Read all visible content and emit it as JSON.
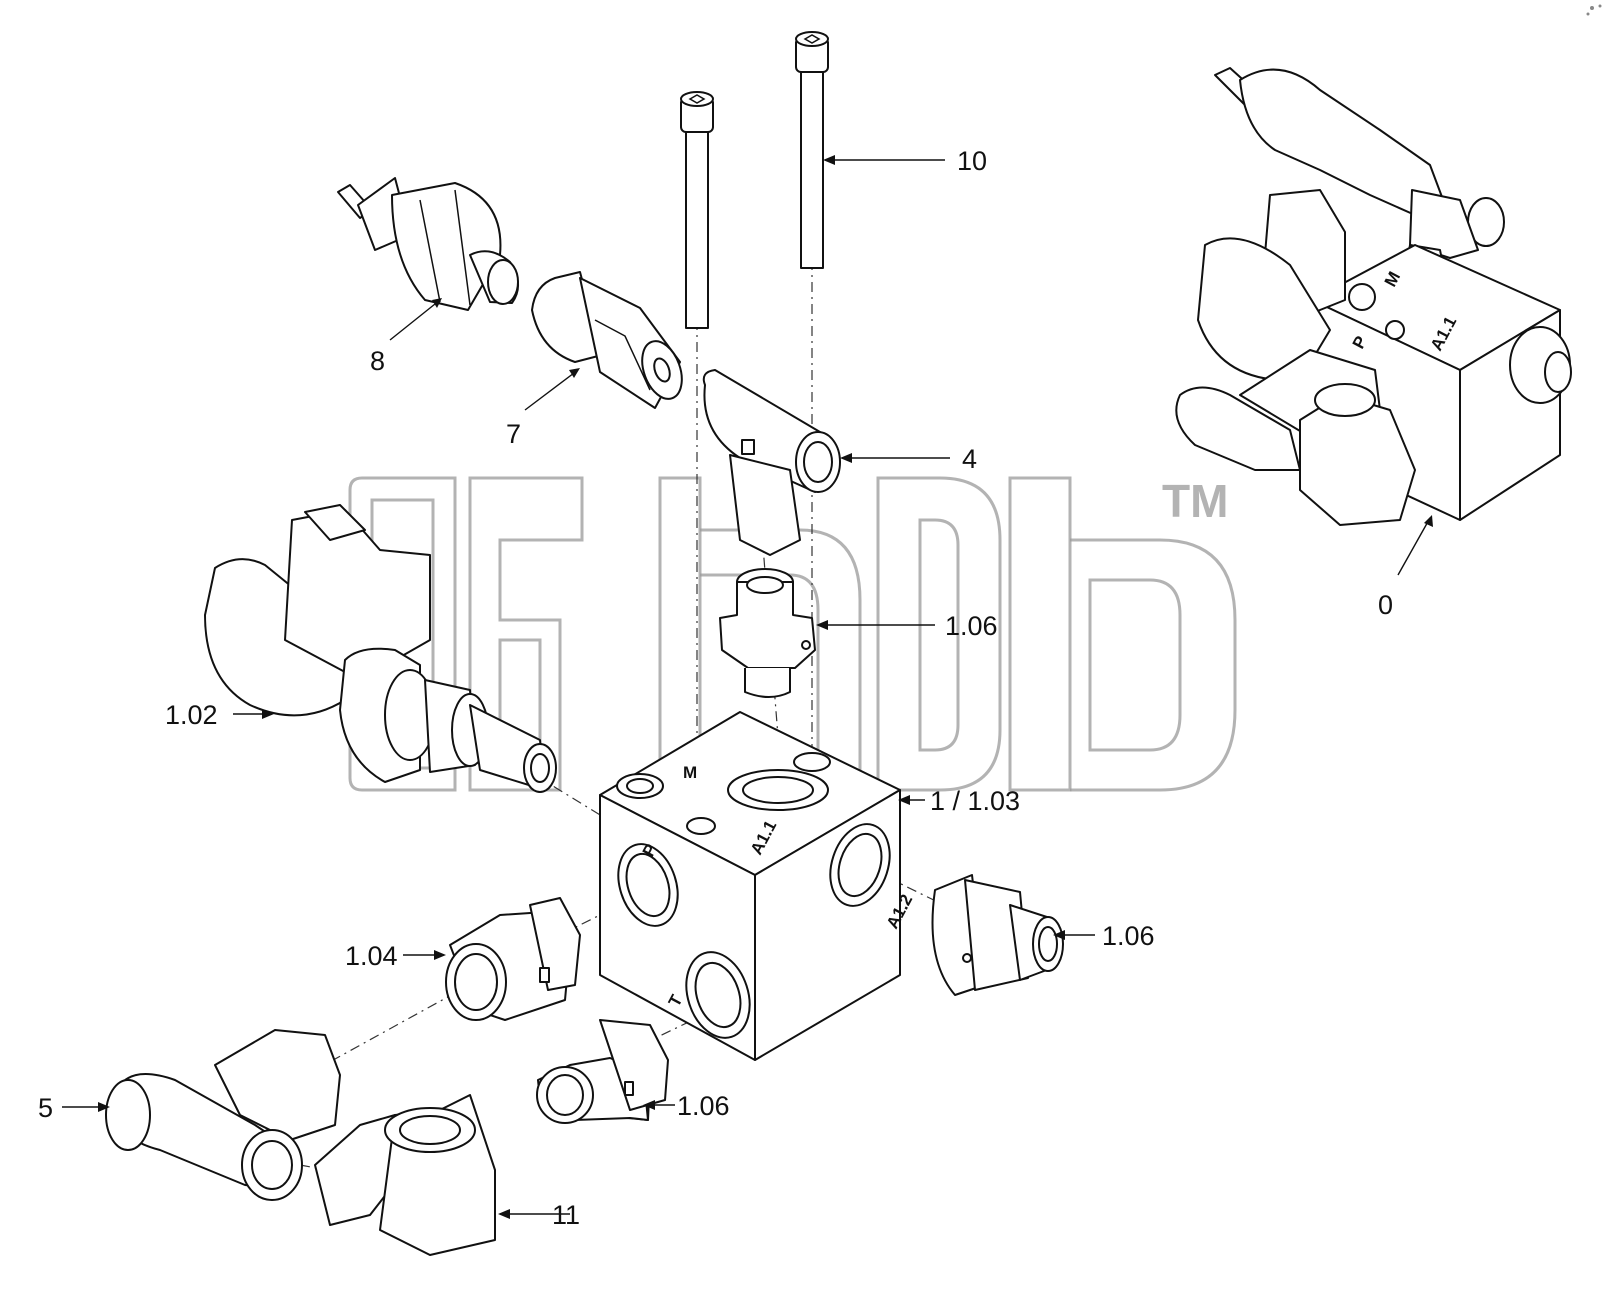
{
  "labels": {
    "bolt": "10",
    "pressure_switch": "8",
    "adapter": "7",
    "tee": "4",
    "assembly": "0",
    "solenoid_valve": "1.02",
    "fitting_top": "1.06",
    "block": "1 / 1.03",
    "fitting_right": "1.06",
    "fitting_left": "1.04",
    "fitting_bottom": "1.06",
    "elbow_fitting": "5",
    "elbow_nut": "11"
  },
  "ports": {
    "m": "M",
    "a11": "A1.1",
    "p": "P",
    "a12": "A1.2",
    "t": "T",
    "ins_p": "P",
    "ins_a11": "A1.1",
    "ins_m": "M"
  },
  "watermark": {
    "tm": "TM"
  },
  "colors": {
    "line": "#111111",
    "watermark": "#9a9a9a",
    "background": "#ffffff"
  }
}
